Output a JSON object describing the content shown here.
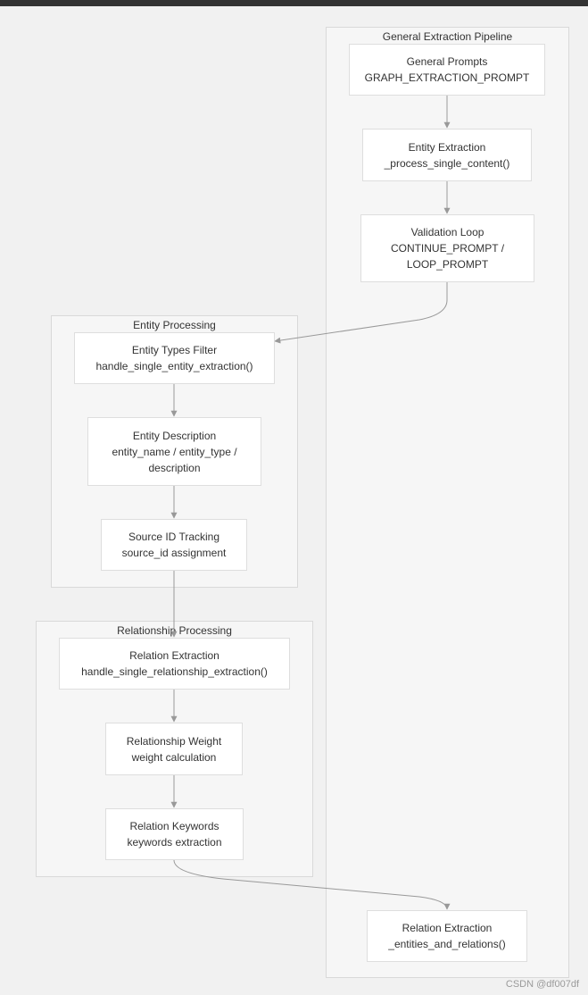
{
  "clusters": {
    "general": {
      "title": "General Extraction Pipeline"
    },
    "entity": {
      "title": "Entity Processing"
    },
    "relationship": {
      "title": "Relationship Processing"
    }
  },
  "nodes": {
    "general_prompts": {
      "line1": "General Prompts",
      "line2": "GRAPH_EXTRACTION_PROMPT"
    },
    "entity_extraction": {
      "line1": "Entity Extraction",
      "line2": "_process_single_content()"
    },
    "validation_loop": {
      "line1": "Validation Loop",
      "line2": "CONTINUE_PROMPT /",
      "line3": "LOOP_PROMPT"
    },
    "entity_types_filter": {
      "line1": "Entity Types Filter",
      "line2": "handle_single_entity_extraction()"
    },
    "entity_description": {
      "line1": "Entity Description",
      "line2": "entity_name / entity_type /",
      "line3": "description"
    },
    "source_id_tracking": {
      "line1": "Source ID Tracking",
      "line2": "source_id assignment"
    },
    "relation_extraction": {
      "line1": "Relation Extraction",
      "line2": "handle_single_relationship_extraction()"
    },
    "relationship_weight": {
      "line1": "Relationship Weight",
      "line2": "weight calculation"
    },
    "relation_keywords": {
      "line1": "Relation Keywords",
      "line2": "keywords extraction"
    },
    "relation_extraction_final": {
      "line1": "Relation Extraction",
      "line2": "_entities_and_relations()"
    }
  },
  "watermark": "CSDN @df007df",
  "colors": {
    "background": "#f1f1f1",
    "cluster": "#f6f6f6",
    "node": "#ffffff",
    "edge": "#999999"
  }
}
